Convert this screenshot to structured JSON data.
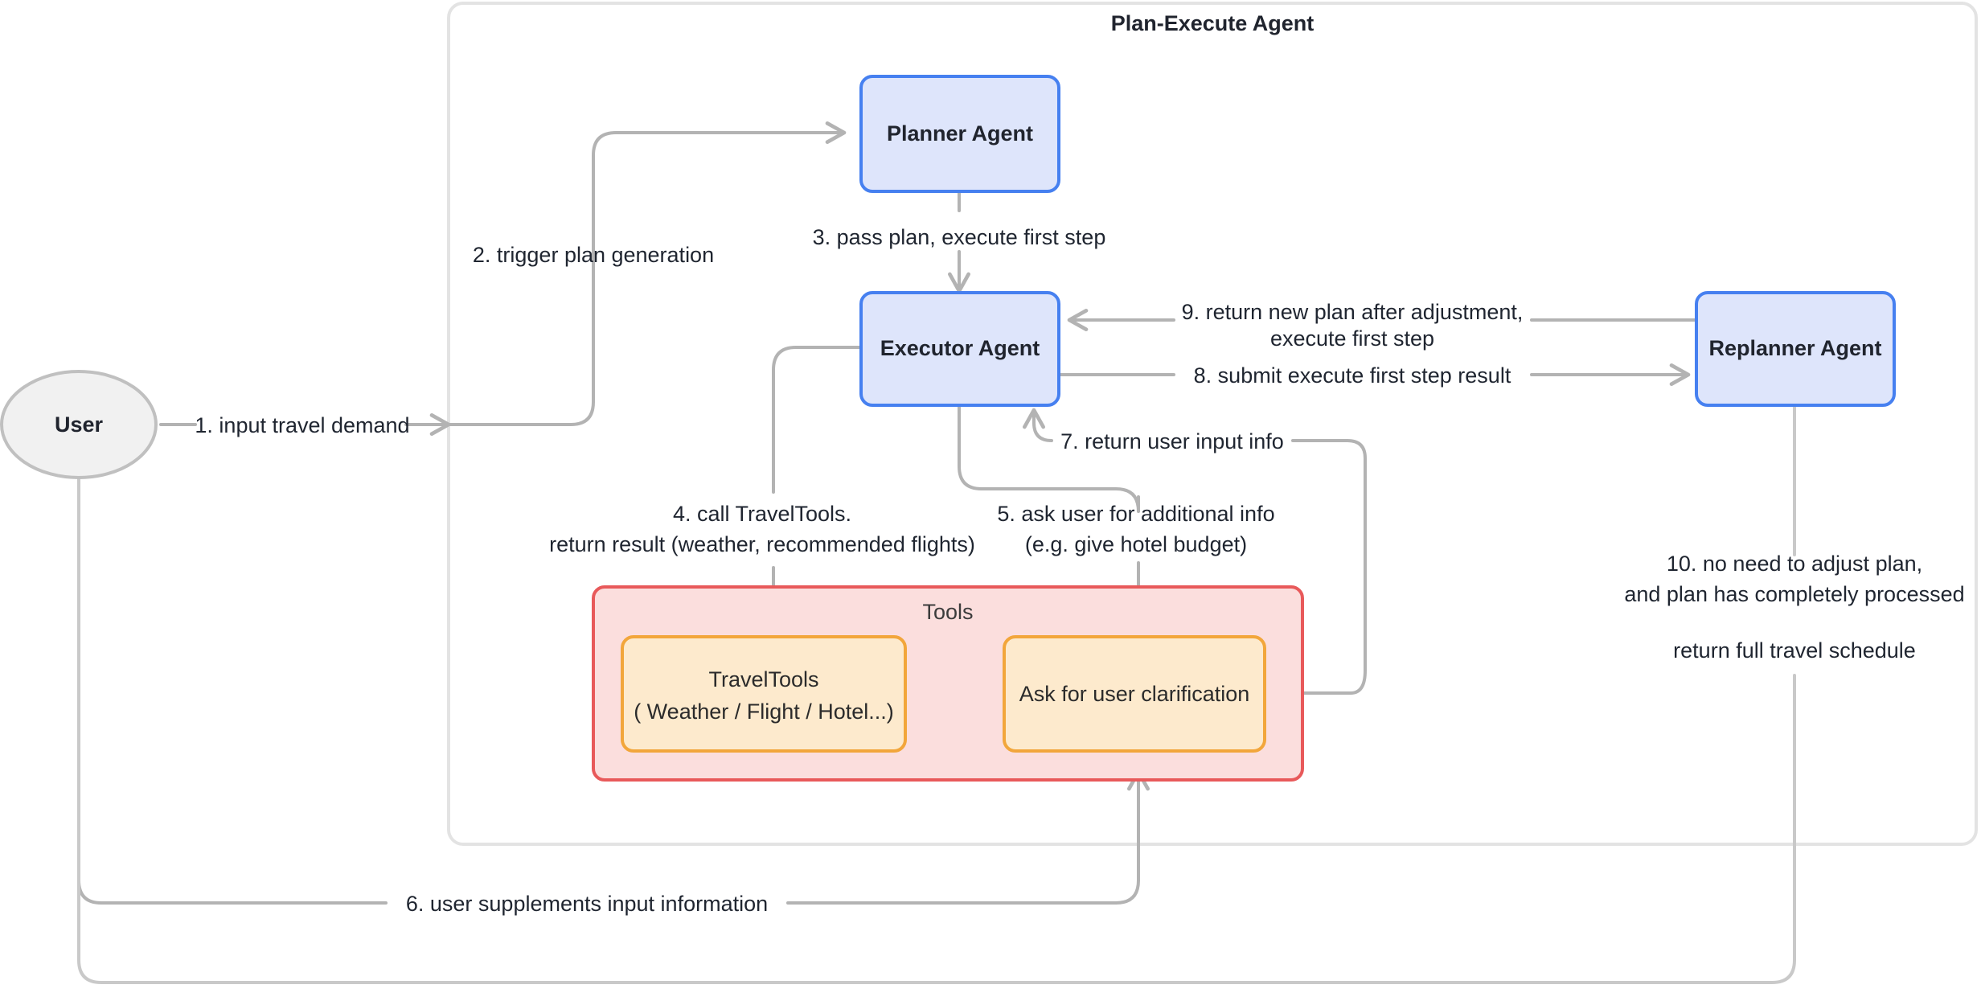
{
  "diagram": {
    "title": "Plan-Execute Agent",
    "nodes": {
      "user": "User",
      "planner": "Planner Agent",
      "executor": "Executor Agent",
      "replanner": "Replanner Agent",
      "tools_group": "Tools",
      "travel_tools_line1": "TravelTools",
      "travel_tools_line2": "( Weather / Flight / Hotel...)",
      "ask_clarification": "Ask for user clarification"
    },
    "edges": [
      {
        "id": "e1",
        "label": "1. input travel demand"
      },
      {
        "id": "e2",
        "label": "2. trigger plan generation"
      },
      {
        "id": "e3",
        "label": "3. pass plan, execute first step"
      },
      {
        "id": "e4",
        "label_line1": "4. call TravelTools.",
        "label_line2": "return result (weather, recommended flights)"
      },
      {
        "id": "e5",
        "label_line1": "5. ask user for additional info",
        "label_line2": "(e.g. give hotel budget)"
      },
      {
        "id": "e6",
        "label": "6. user supplements input information"
      },
      {
        "id": "e7",
        "label": "7. return user input info"
      },
      {
        "id": "e8",
        "label": "8. submit execute first step result"
      },
      {
        "id": "e9",
        "label_line1": "9. return new plan after adjustment,",
        "label_line2": "execute first step"
      },
      {
        "id": "e10",
        "label_line1": "10. no need to adjust plan,",
        "label_line2": "and plan has completely processed",
        "label_line3": "return full travel schedule"
      }
    ],
    "colors": {
      "agent_fill": "#dee5fb",
      "agent_stroke": "#4680f0",
      "tool_fill": "#fdeacd",
      "tool_stroke": "#f2a63b",
      "tools_group_fill": "#fbdedd",
      "tools_group_stroke": "#e8595a",
      "user_fill": "#f1f1f1",
      "user_stroke": "#c0c0c0",
      "edge": "#b3b3b3"
    }
  }
}
